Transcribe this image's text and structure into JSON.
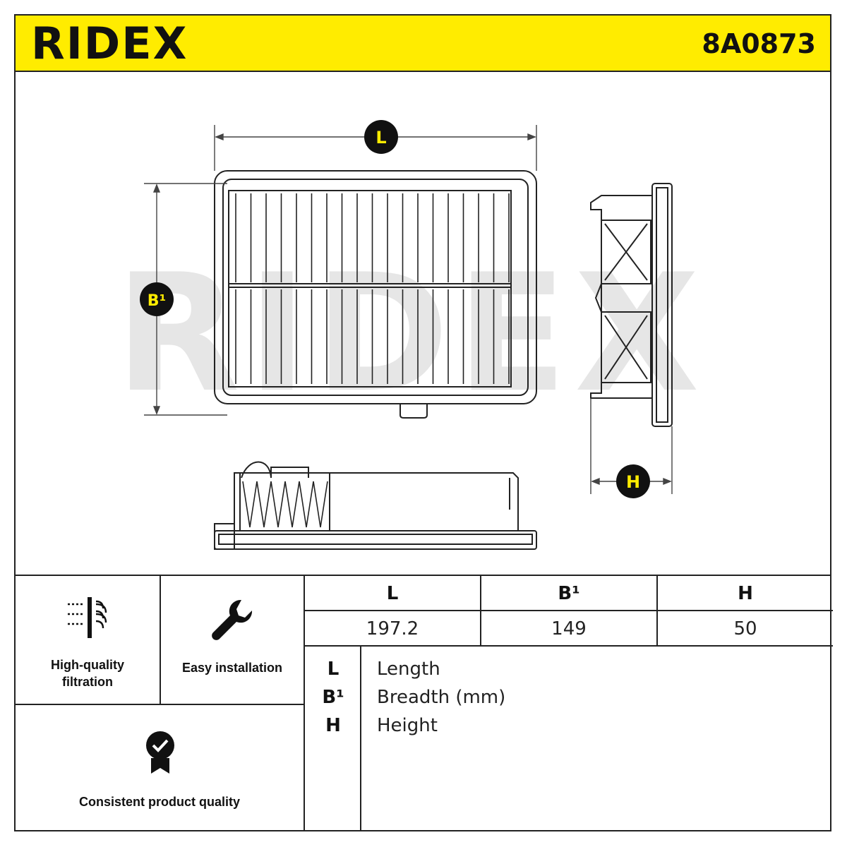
{
  "header": {
    "brand": "RIDEX",
    "part_number": "8A0873"
  },
  "colors": {
    "accent": "#ffec00",
    "ink": "#111111",
    "watermark": "#e6e6e6"
  },
  "drawing": {
    "watermark": "RIDEX",
    "labels": {
      "length": "L",
      "breadth": "B¹",
      "height": "H"
    }
  },
  "features": [
    {
      "icon": "filtration-icon",
      "label_line1": "High-quality",
      "label_line2": "filtration"
    },
    {
      "icon": "wrench-icon",
      "label": "Easy installation"
    },
    {
      "icon": "quality-badge-icon",
      "label": "Consistent product quality"
    }
  ],
  "dimensions": {
    "headers": [
      "L",
      "B¹",
      "H"
    ],
    "values": [
      "197.2",
      "149",
      "50"
    ]
  },
  "legend": [
    {
      "symbol": "L",
      "text": "Length"
    },
    {
      "symbol": "B¹",
      "text": "Breadth (mm)"
    },
    {
      "symbol": "H",
      "text": "Height"
    }
  ]
}
